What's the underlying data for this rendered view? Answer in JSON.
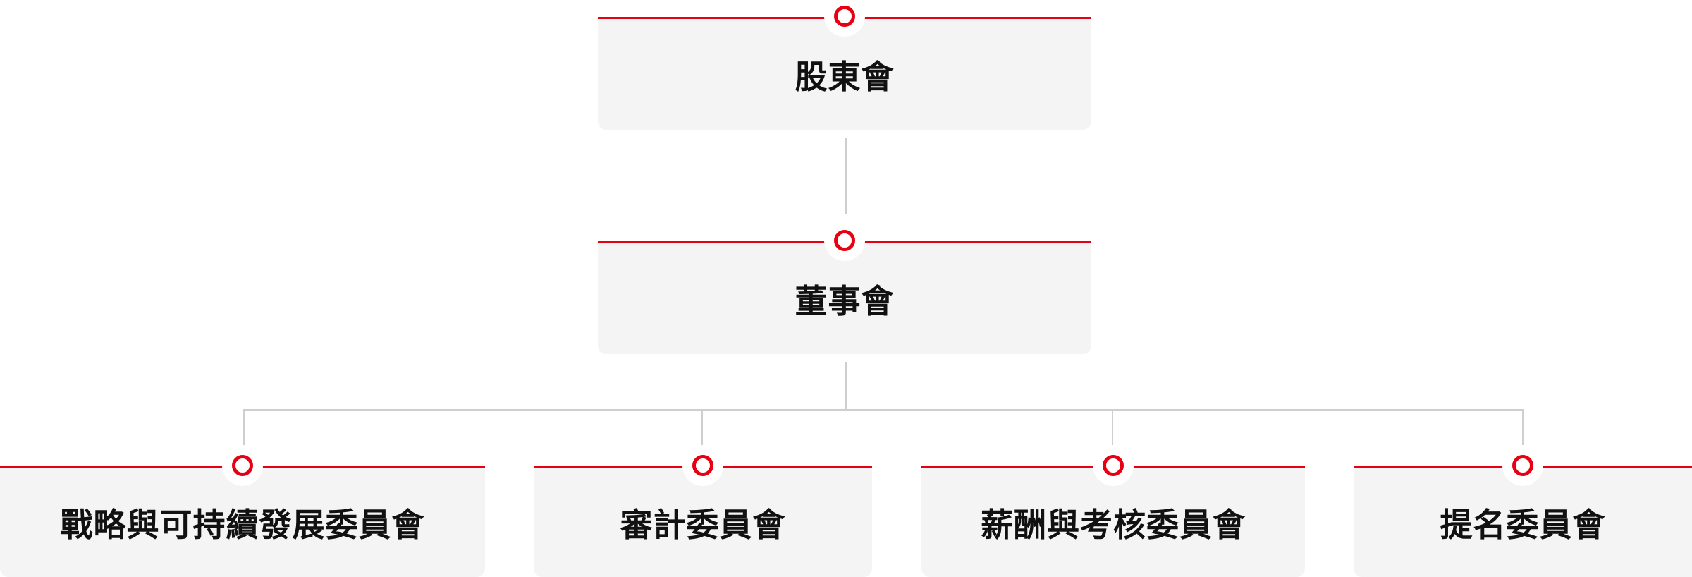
{
  "diagram": {
    "nodes": {
      "shareholders": {
        "label": "股東會"
      },
      "board": {
        "label": "董事會"
      },
      "strategy": {
        "label": "戰略與可持續發展委員會"
      },
      "audit": {
        "label": "審計委員會"
      },
      "remuneration": {
        "label": "薪酬與考核委員會"
      },
      "nomination": {
        "label": "提名委員會"
      }
    },
    "edges": [
      {
        "from": "shareholders",
        "to": "board"
      },
      {
        "from": "board",
        "to": "strategy"
      },
      {
        "from": "board",
        "to": "audit"
      },
      {
        "from": "board",
        "to": "remuneration"
      },
      {
        "from": "board",
        "to": "nomination"
      }
    ]
  },
  "colors": {
    "accent": "#e60012",
    "box_fill": "#f4f4f5",
    "connector": "#cfcfcf",
    "text": "#111111"
  },
  "icons": {
    "node_marker": "ring-node-icon"
  }
}
